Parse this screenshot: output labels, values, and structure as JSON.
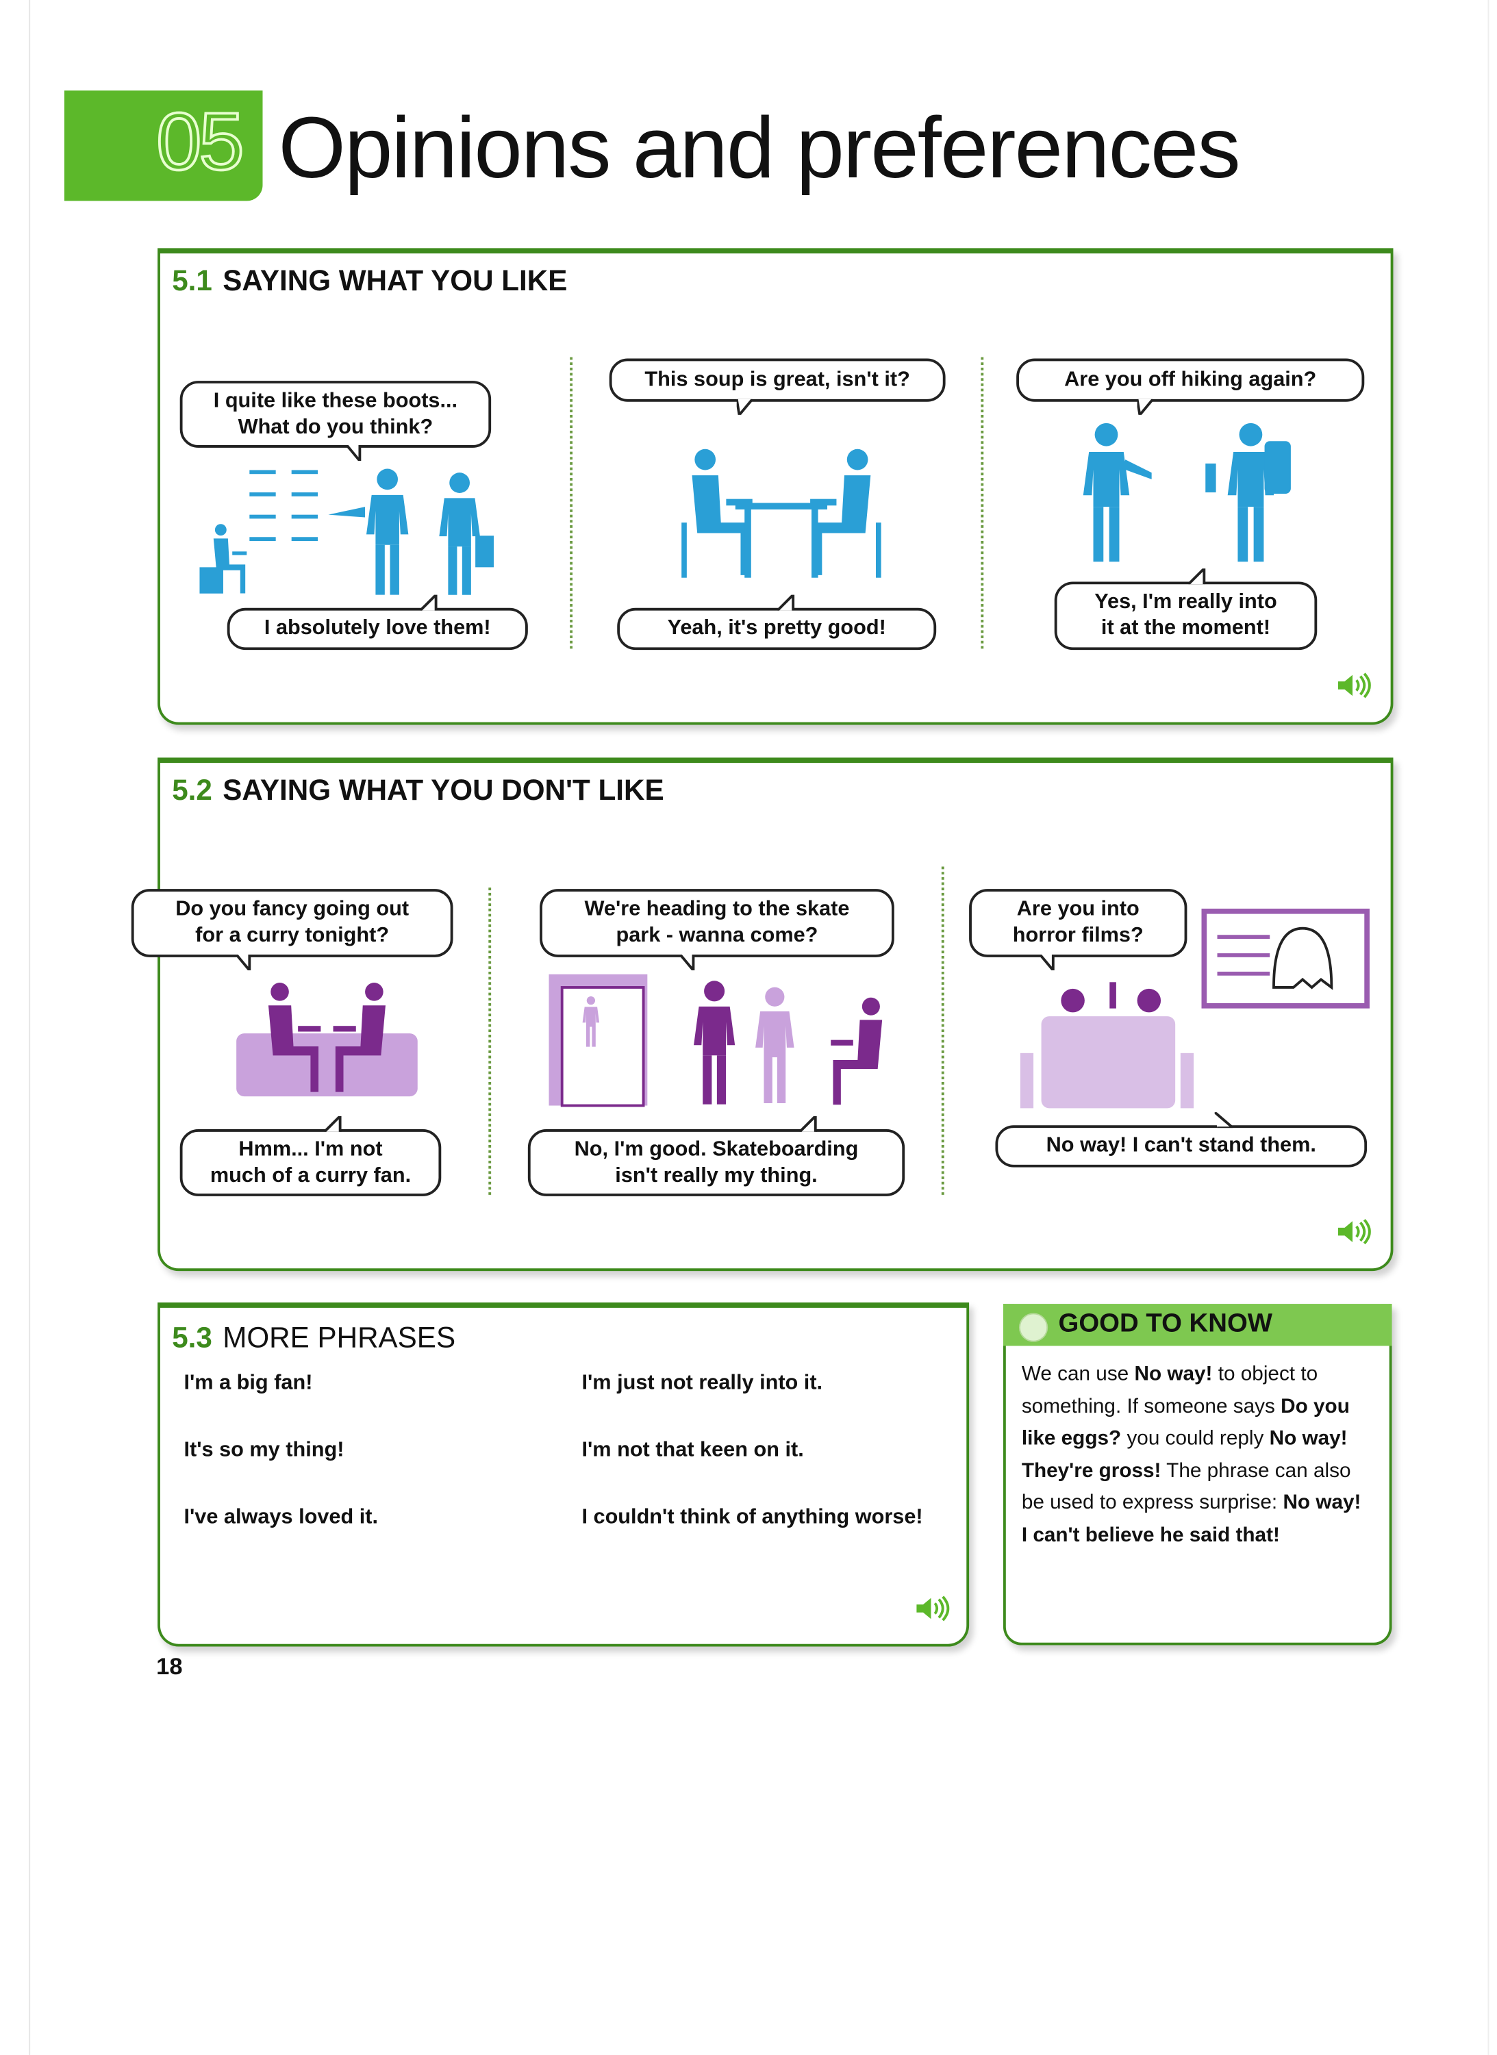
{
  "chapter": {
    "number": "05",
    "title": "Opinions and preferences"
  },
  "colors": {
    "green": "#5cb82a",
    "dark_green": "#3d8a1c",
    "blue": "#2a9fd6",
    "purple": "#7b2a8c",
    "light_purple": "#c9a2dc"
  },
  "s51": {
    "number": "5.1",
    "title": "SAYING WHAT YOU LIKE",
    "bubbles": [
      {
        "lines": [
          "I quite like these boots...",
          "What do you think?"
        ]
      },
      {
        "lines": [
          "I absolutely love them!"
        ]
      },
      {
        "lines": [
          "This soup is great, isn't it?"
        ]
      },
      {
        "lines": [
          "Yeah, it's pretty good!"
        ]
      },
      {
        "lines": [
          "Are you off hiking again?"
        ]
      },
      {
        "lines": [
          "Yes, I'm really into",
          "it at the moment!"
        ]
      }
    ]
  },
  "s52": {
    "number": "5.2",
    "title": "SAYING WHAT YOU DON'T LIKE",
    "bubbles": [
      {
        "lines": [
          "Do you fancy going out",
          "for a curry tonight?"
        ]
      },
      {
        "lines": [
          "We're heading to the skate",
          "park - wanna come?"
        ]
      },
      {
        "lines": [
          "Are you into",
          "horror films?"
        ]
      },
      {
        "lines": [
          "Hmm... I'm not",
          "much of a curry fan."
        ]
      },
      {
        "lines": [
          "No, I'm good. Skateboarding",
          "isn't really my thing."
        ]
      },
      {
        "lines": [
          "No way! I can't stand them."
        ]
      }
    ]
  },
  "s53": {
    "number": "5.3",
    "title": "MORE PHRASES",
    "phrases": [
      "I'm a big fan!",
      "It's so my thing!",
      "I've always loved it.",
      "I'm just not really into it.",
      "I'm not that keen on it.",
      "I couldn't think of anything worse!"
    ]
  },
  "good_to_know": {
    "title": "GOOD TO KNOW",
    "lines": [
      [
        {
          "t": "We can use ",
          "b": false
        },
        {
          "t": "No way!",
          "b": true
        },
        {
          "t": " to object to",
          "b": false
        }
      ],
      [
        {
          "t": "something. If someone says ",
          "b": false
        },
        {
          "t": "Do you",
          "b": true
        }
      ],
      [
        {
          "t": "like eggs?",
          "b": true
        },
        {
          "t": " you could reply ",
          "b": false
        },
        {
          "t": "No way!",
          "b": true
        }
      ],
      [
        {
          "t": "They're gross!",
          "b": true
        },
        {
          "t": " The phrase can also",
          "b": false
        }
      ],
      [
        {
          "t": "be used to express surprise: ",
          "b": false
        },
        {
          "t": "No way!",
          "b": true
        }
      ],
      [
        {
          "t": "I can't believe he said that!",
          "b": true
        }
      ]
    ]
  },
  "page_number": "18"
}
